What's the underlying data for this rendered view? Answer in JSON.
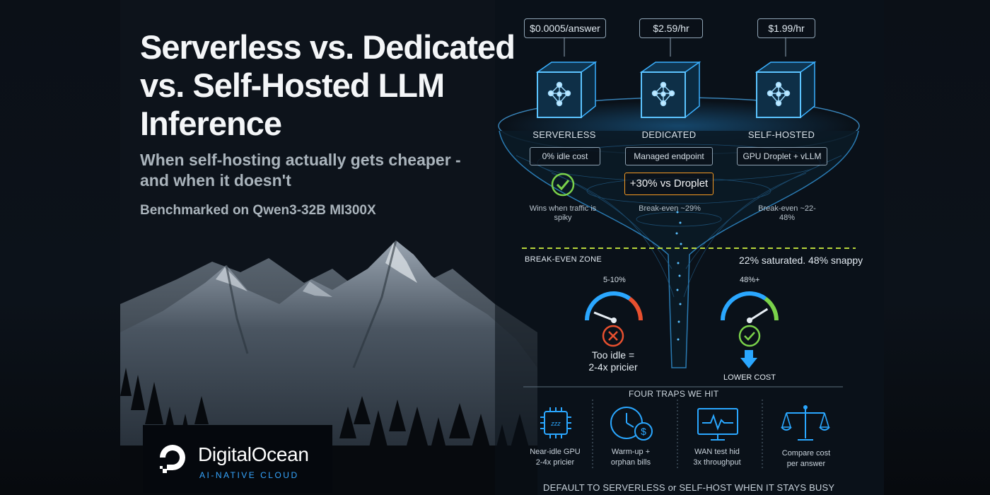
{
  "title": {
    "line1": "Serverless vs. Dedicated",
    "line2": "vs. Self-Hosted LLM",
    "line3": "Inference",
    "subtitle_line1": "When self-hosting actually gets cheaper -",
    "subtitle_line2": "and when it doesn't",
    "benchmark": "Benchmarked on Qwen3-32B MI300X"
  },
  "logo": {
    "name": "DigitalOcean",
    "tagline": "AI-NATIVE CLOUD",
    "icon": "digitalocean-logo-icon"
  },
  "tiers": [
    {
      "price": "$0.0005/answer",
      "label": "SERVERLESS",
      "pill": "0% idle cost",
      "note_line1": "Wins when traffic is",
      "note_line2": "spiky",
      "icon": "neural-cube-icon",
      "status_icon": "check-circle-icon"
    },
    {
      "price": "$2.59/hr",
      "label": "DEDICATED",
      "pill": "Managed endpoint",
      "badge": "+30% vs Droplet",
      "note_line1": "Break-even ~29%",
      "note_line2": "",
      "icon": "neural-cube-icon"
    },
    {
      "price": "$1.99/hr",
      "label": "SELF-HOSTED",
      "pill": "GPU Droplet + vLLM",
      "note_line1": "Break-even ~22-",
      "note_line2": "48%",
      "icon": "neural-cube-icon"
    }
  ],
  "break_even": {
    "zone_label": "BREAK-EVEN ZONE",
    "saturation_label": "22% saturated. 48% snappy"
  },
  "gauges": [
    {
      "value_label": "5-10%",
      "level": 0.12,
      "status_icon": "x-circle-icon",
      "caption_line1": "Too idle =",
      "caption_line2": "2-4x pricier",
      "color": "#e8502f"
    },
    {
      "value_label": "48%+",
      "level": 0.82,
      "status_icon": "check-circle-icon",
      "caption_line1": "LOWER COST",
      "caption_line2": "",
      "arrow_icon": "down-arrow-icon",
      "color": "#7ad24a"
    }
  ],
  "traps": {
    "title": "FOUR TRAPS WE HIT",
    "items": [
      {
        "icon": "sleeping-chip-icon",
        "line1": "Near-idle GPU",
        "line2": "2-4x pricier"
      },
      {
        "icon": "clock-dollar-icon",
        "line1": "Warm-up +",
        "line2": "orphan bills"
      },
      {
        "icon": "monitor-pulse-icon",
        "line1": "WAN test hid",
        "line2": "3x throughput"
      },
      {
        "icon": "balance-scale-icon",
        "line1": "Compare cost",
        "line2": "per answer"
      }
    ]
  },
  "footer": "DEFAULT TO SERVERLESS or SELF-HOST WHEN IT STAYS BUSY",
  "colors": {
    "accent_blue": "#2aa7ff",
    "accent_orange": "#f59a23",
    "accent_green": "#7ad24a",
    "accent_red": "#e8502f",
    "dashed_line": "#b7d63a"
  }
}
